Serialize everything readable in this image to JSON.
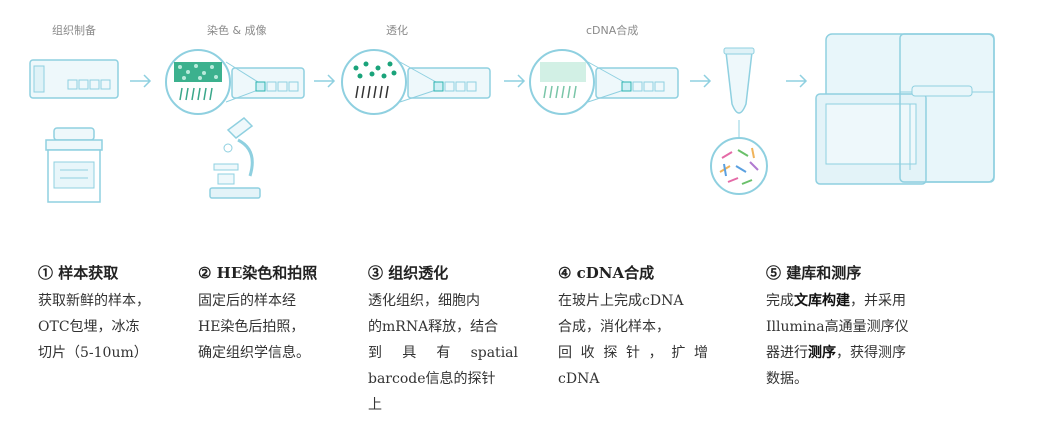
{
  "top_labels": {
    "tissue_prep": "组织制备",
    "stain_imaging": "染色 & 成像",
    "permeabilize": "透化",
    "cdna": "cDNA合成"
  },
  "steps": [
    {
      "title": "① 样本获取",
      "lines": [
        "获取新鲜的样本，",
        "OTC包埋，冰冻",
        "切片（5-10um）"
      ]
    },
    {
      "title": "② HE染色和拍照",
      "lines": [
        "固定后的样本经",
        "HE染色后拍照，",
        "确定组织学信息。"
      ]
    },
    {
      "title": "③ 组织透化",
      "lines": [
        "透化组织，细胞内",
        "的mRNA释放，结合",
        "到 具 有 spatial",
        "barcode信息的探针",
        "上"
      ]
    },
    {
      "title": "④ cDNA合成",
      "lines": [
        "在玻片上完成cDNA",
        "合成，消化样本，",
        "回 收 探 针 ， 扩 增",
        "cDNA"
      ]
    },
    {
      "title": "⑤ 建库和测序",
      "line1": "完成文库构建，并采用",
      "line1_pre": "完成",
      "line1_bold": "文库构建",
      "line1_post": "，并采用",
      "line2": "Illumina高通量测序仪",
      "line3_pre": "器进行",
      "line3_bold": "测序",
      "line3_post": "，获得测序",
      "line4": "数据。"
    }
  ],
  "colors": {
    "line_blue": "#8fd0e0",
    "fill_light_blue": "#e8f6fa",
    "tissue_green": "#1aa37a",
    "teal": "#2bb3b0",
    "text_dark": "#222222",
    "label_gray": "#8a8a8a"
  }
}
